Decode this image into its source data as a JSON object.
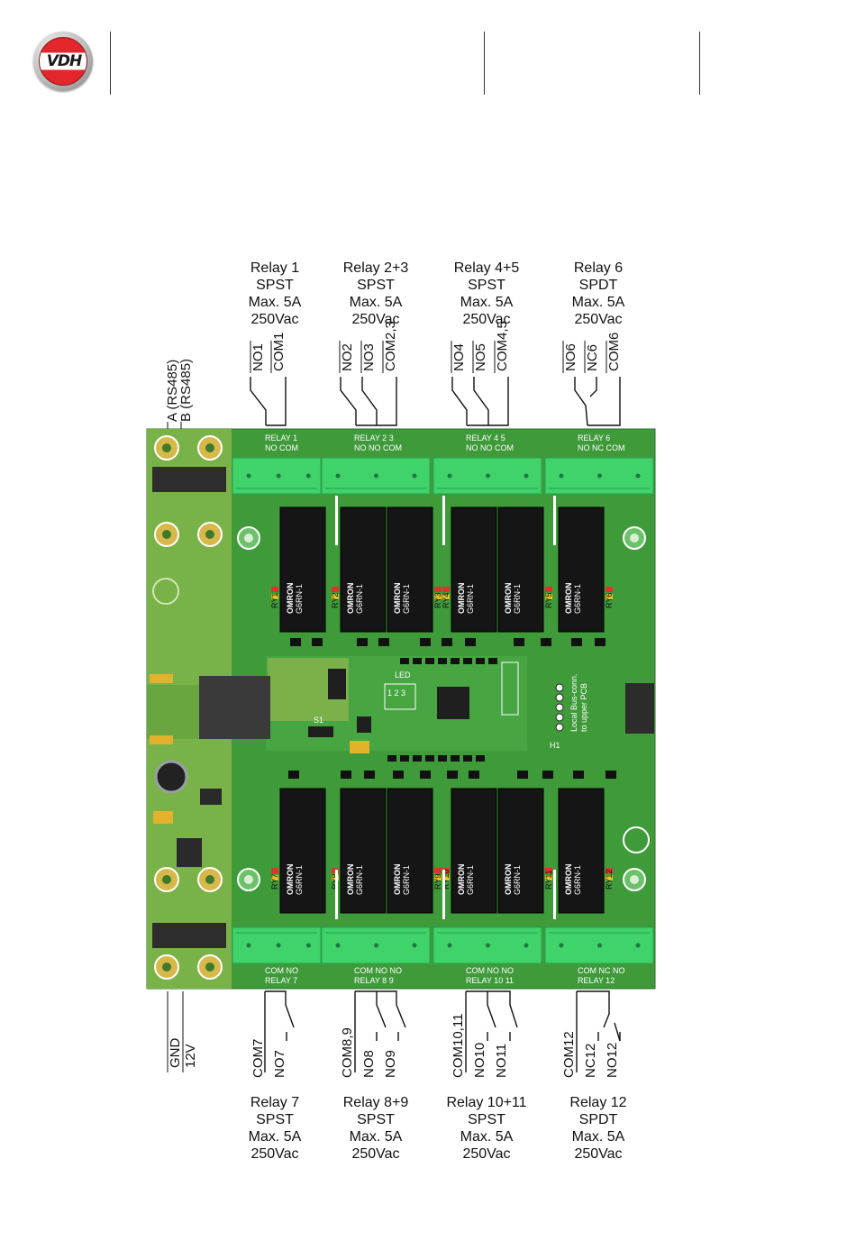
{
  "header": {
    "logo_text": "VDH"
  },
  "top_relays": [
    {
      "title": "Relay 1",
      "type": "SPST",
      "rating": "Max. 5A",
      "voltage": "250Vac",
      "pins": [
        "NO1",
        "COM1"
      ]
    },
    {
      "title": "Relay 2+3",
      "type": "SPST",
      "rating": "Max. 5A",
      "voltage": "250Vac",
      "pins": [
        "NO2",
        "NO3",
        "COM2,3"
      ]
    },
    {
      "title": "Relay 4+5",
      "type": "SPST",
      "rating": "Max. 5A",
      "voltage": "250Vac",
      "pins": [
        "NO4",
        "NO5",
        "COM4,5"
      ]
    },
    {
      "title": "Relay 6",
      "type": "SPDT",
      "rating": "Max. 5A",
      "voltage": "250Vac",
      "pins": [
        "NO6",
        "NC6",
        "COM6"
      ]
    }
  ],
  "bottom_relays": [
    {
      "title": "Relay 7",
      "type": "SPST",
      "rating": "Max. 5A",
      "voltage": "250Vac",
      "pins": [
        "COM7",
        "NO7"
      ]
    },
    {
      "title": "Relay 8+9",
      "type": "SPST",
      "rating": "Max. 5A",
      "voltage": "250Vac",
      "pins": [
        "COM8,9",
        "NO8",
        "NO9"
      ]
    },
    {
      "title": "Relay 10+11",
      "type": "SPST",
      "rating": "Max. 5A",
      "voltage": "250Vac",
      "pins": [
        "COM10,11",
        "NO10",
        "NO11"
      ]
    },
    {
      "title": "Relay 12",
      "type": "SPDT",
      "rating": "Max. 5A",
      "voltage": "250Vac",
      "pins": [
        "COM12",
        "NC12",
        "NO12"
      ]
    }
  ],
  "bus_pins": [
    "A (RS485)",
    "B (RS485)"
  ],
  "power_pins": [
    "GND",
    "12V"
  ],
  "silkscreen_top": [
    {
      "line1": "RELAY 1",
      "line2": "NO COM"
    },
    {
      "line1": "RELAY 2    3",
      "line2": "NO   NO  COM"
    },
    {
      "line1": "RELAY 4    5",
      "line2": "NO   NO COM"
    },
    {
      "line1": "RELAY 6",
      "line2": "NO NC COM"
    }
  ],
  "silkscreen_bottom": [
    {
      "line1": "COM  NO",
      "line2": "RELAY 7"
    },
    {
      "line1": "COM  NO  NO",
      "line2": "RELAY 8    9"
    },
    {
      "line1": "COM  NO  NO",
      "line2": "RELAY 10   11"
    },
    {
      "line1": "COM NC NO",
      "line2": "RELAY 12"
    }
  ],
  "relay_ids_top": [
    "RY1",
    "RY2",
    "RY3",
    "RY4",
    "RY5",
    "RY6"
  ],
  "relay_ids_bottom": [
    "RY7",
    "RY8",
    "RY9",
    "RY10",
    "RY11",
    "RY12"
  ],
  "relay_part": {
    "brand": "OMRON",
    "model": "G6RN-1"
  },
  "board_labels": {
    "led": "LED",
    "led_pins": "1  2  3",
    "switch": "S1",
    "header": "H1",
    "bus_note_1": "Local Bus-conn.",
    "bus_note_2": "to upper PCB"
  },
  "colors": {
    "pcb": "#3f9a3a",
    "terminal": "#3fd36a",
    "relay": "#151515",
    "logo_red": "#e3262b"
  }
}
